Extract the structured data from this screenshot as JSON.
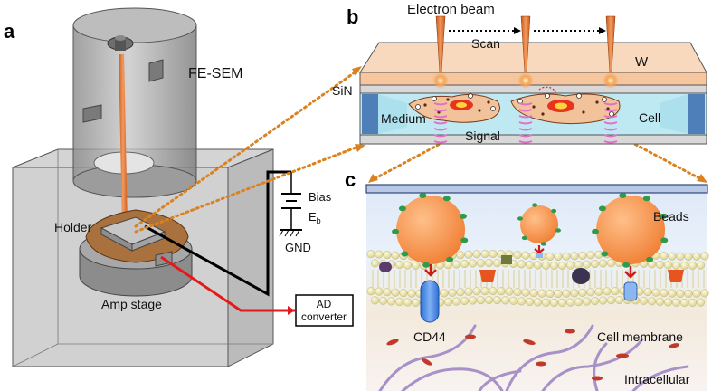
{
  "panels": {
    "a": "a",
    "b": "b",
    "c": "c"
  },
  "panel_a": {
    "title": "FE-SEM",
    "holder": "Holder",
    "amp_stage": "Amp stage",
    "bias": "Bias",
    "eb_main": "E",
    "eb_sub": "b",
    "gnd": "GND",
    "ad_line1": "AD",
    "ad_line2": "converter"
  },
  "panel_b": {
    "electron_beam": "Electron beam",
    "scan": "Scan",
    "w": "W",
    "sin": "SiN",
    "medium": "Medium",
    "cell": "Cell",
    "signal": "Signal"
  },
  "panel_c": {
    "beads": "Beads",
    "cd44": "CD44",
    "cell_membrane": "Cell membrane",
    "intracellular": "Intracellular"
  },
  "colors": {
    "beam": "#e07a3a",
    "connector_dots": "#d9821f",
    "w_layer": "#f7c9a4",
    "medium": "#bfe9f2",
    "bead": "#f59a55",
    "bead_knob": "#2e9a4a",
    "lipid": "#eee6b0",
    "wire_red": "#e41a1a"
  }
}
